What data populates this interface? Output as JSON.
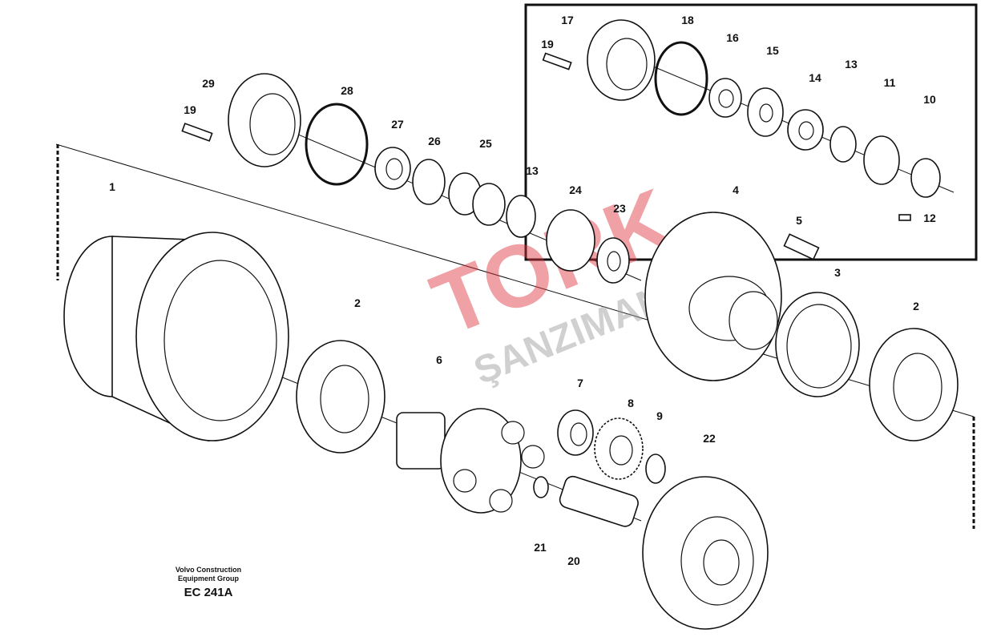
{
  "diagram": {
    "credit_line1": "Volvo Construction",
    "credit_line2": "Equipment Group",
    "code": "EC 241A",
    "watermark": "TORK ŞANZIMAN",
    "callouts": [
      "17",
      "18",
      "19",
      "16",
      "15",
      "14",
      "13",
      "11",
      "10",
      "12",
      "29",
      "28",
      "19",
      "27",
      "26",
      "25",
      "13",
      "24",
      "23",
      "4",
      "5",
      "1",
      "3",
      "2",
      "2",
      "6",
      "7",
      "8",
      "9",
      "22",
      "21",
      "20"
    ]
  }
}
